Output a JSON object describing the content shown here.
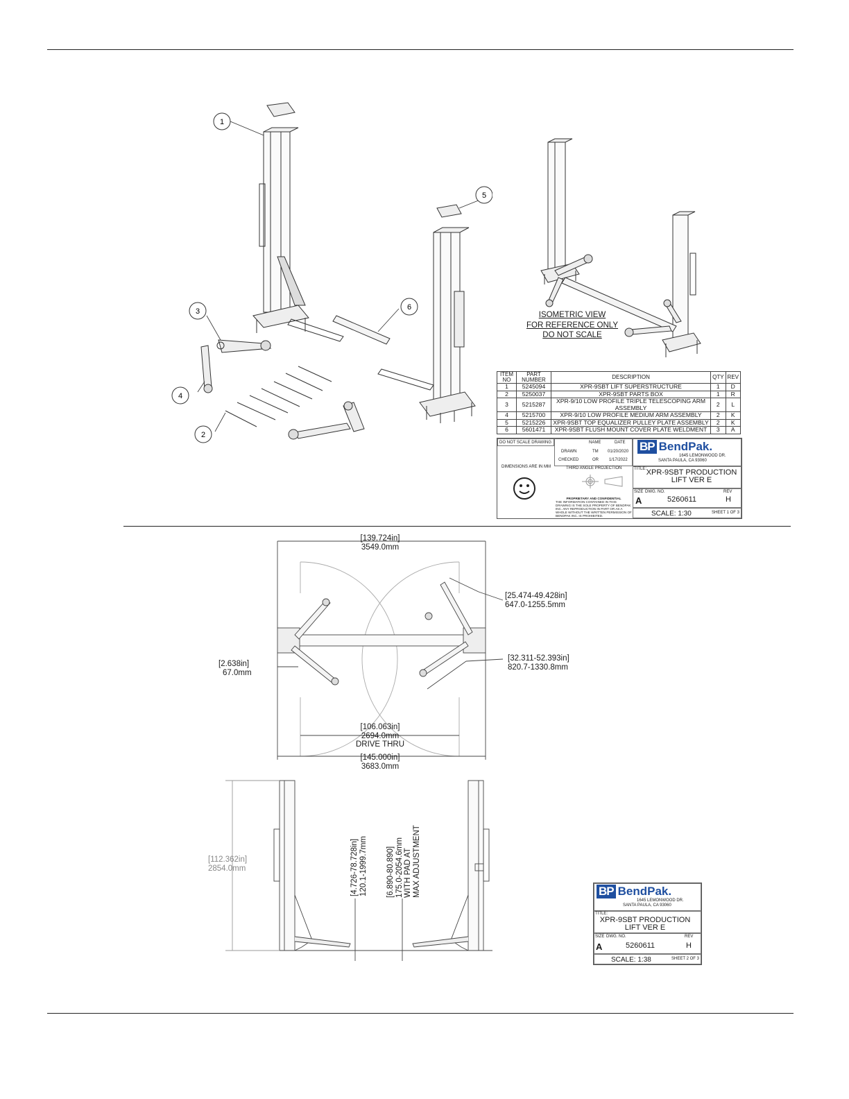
{
  "balloons": [
    "1",
    "2",
    "3",
    "4",
    "5",
    "6"
  ],
  "iso_note": [
    "ISOMETRIC VIEW",
    "FOR REFERENCE ONLY",
    "DO NOT SCALE"
  ],
  "bom": {
    "headers": [
      "ITEM NO",
      "PART NUMBER",
      "DESCRIPTION",
      "QTY",
      "REV"
    ],
    "rows": [
      [
        "1",
        "5245094",
        "XPR-9SBT LIFT SUPERSTRUCTURE",
        "1",
        "D"
      ],
      [
        "2",
        "5250037",
        "XPR-9SBT PARTS BOX",
        "1",
        "R"
      ],
      [
        "3",
        "5215287",
        "XPR-9/10 LOW PROFILE TRIPLE TELESCOPING ARM ASSEMBLY",
        "2",
        "L"
      ],
      [
        "4",
        "5215700",
        "XPR-9/10 LOW PROFILE MEDIUM ARM ASSEMBLY",
        "2",
        "K"
      ],
      [
        "5",
        "5215226",
        "XPR-9SBT TOP EQUALIZER PULLEY PLATE ASSEMBLY",
        "2",
        "K"
      ],
      [
        "6",
        "5601471",
        "XPR-9SBT FLUSH MOUNT COVER PLATE WELDMENT",
        "3",
        "A"
      ]
    ]
  },
  "title_block_1": {
    "do_not_scale": "DO NOT SCALE DRAWING",
    "name_hdr": "NAME",
    "date_hdr": "DATE",
    "drawn_label": "DRAWN",
    "drawn_name": "TM",
    "drawn_date": "01/20/2020",
    "checked_label": "CHECKED",
    "checked_name": "OR",
    "checked_date": "1/17/2022",
    "dimensions_note": "DIMENSIONS ARE IN MM",
    "projection": "THIRD ANGLE PROJECTION",
    "proprietary_title": "PROPRIETARY AND CONFIDENTIAL",
    "proprietary_text": "THE INFORMATION CONTAINED IN THIS DRAWING IS THE SOLE PROPERTY OF BENDPAK INC. ANY REPRODUCTION IN PART OR AS A WHOLE WITHOUT THE WRITTEN PERMISSION OF BENDPAK INC. IS PROHIBITED.",
    "brand_mark": "BP",
    "brand_name": "BendPak.",
    "address1": "1645 LEMONWOOD DR.",
    "address2": "SANTA PAULA, CA 93060",
    "title_label": "TITLE:",
    "title1": "XPR-9SBT PRODUCTION",
    "title2": "LIFT VER E",
    "size_label": "SIZE",
    "size": "A",
    "dwg_label": "DWG.  NO.",
    "dwg_no": "5260611",
    "rev_label": "REV",
    "rev": "H",
    "scale": "SCALE: 1:30",
    "sheet": "SHEET 1 OF 3"
  },
  "title_block_2": {
    "brand_mark": "BP",
    "brand_name": "BendPak.",
    "address1": "1645 LEMONWOOD DR.",
    "address2": "SANTA PAULA, CA 93060",
    "title_label": "TITLE:",
    "title1": "XPR-9SBT PRODUCTION",
    "title2": "LIFT VER E",
    "size_label": "SIZE",
    "size": "A",
    "dwg_label": "DWG.  NO.",
    "dwg_no": "5260611",
    "rev_label": "REV",
    "rev": "H",
    "scale": "SCALE: 1:38",
    "sheet": "SHEET 2 OF 3"
  },
  "dims": {
    "top_width_in": "[139.724in]",
    "top_width_mm": "3549.0mm",
    "arm_short_in": "[25.474-49.428in]",
    "arm_short_mm": "647.0-1255.5mm",
    "arm_long_in": "[32.311-52.393in]",
    "arm_long_mm": "820.7-1330.8mm",
    "offset_in": "[2.638in]",
    "offset_mm": "67.0mm",
    "drive_in": "[106.063in]",
    "drive_mm": "2694.0mm",
    "drive_label": "DRIVE THRU",
    "overall_in": "[145.000in]",
    "overall_mm": "3683.0mm",
    "height_in": "[112.362in]",
    "height_mm": "2854.0mm",
    "pad_low_in": "[4.726-78.728in]",
    "pad_low_mm": "120.1-1999.7mm",
    "pad_max_in": "[6.890-80.890]",
    "pad_max_mm": "175.0-2054.6mm",
    "pad_max_note1": "WITH PAD AT",
    "pad_max_note2": "MAX ADJUSTMENT"
  }
}
